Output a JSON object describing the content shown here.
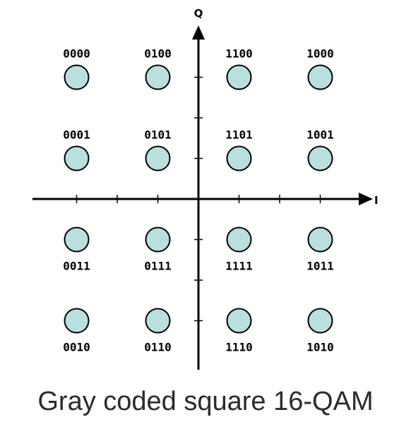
{
  "diagram": {
    "x_axis_label": "I",
    "y_axis_label": "Q",
    "caption": "Gray coded square 16-QAM",
    "point_fill": "#b9dfdf",
    "point_stroke": "#000000",
    "constellation": [
      {
        "i": -3,
        "q": 3,
        "bits": "0000"
      },
      {
        "i": -1,
        "q": 3,
        "bits": "0100"
      },
      {
        "i": 1,
        "q": 3,
        "bits": "1100"
      },
      {
        "i": 3,
        "q": 3,
        "bits": "1000"
      },
      {
        "i": -3,
        "q": 1,
        "bits": "0001"
      },
      {
        "i": -1,
        "q": 1,
        "bits": "0101"
      },
      {
        "i": 1,
        "q": 1,
        "bits": "1101"
      },
      {
        "i": 3,
        "q": 1,
        "bits": "1001"
      },
      {
        "i": -3,
        "q": -1,
        "bits": "0011"
      },
      {
        "i": -1,
        "q": -1,
        "bits": "0111"
      },
      {
        "i": 1,
        "q": -1,
        "bits": "1111"
      },
      {
        "i": 3,
        "q": -1,
        "bits": "1011"
      },
      {
        "i": -3,
        "q": -3,
        "bits": "0010"
      },
      {
        "i": -1,
        "q": -3,
        "bits": "0110"
      },
      {
        "i": 1,
        "q": -3,
        "bits": "1110"
      },
      {
        "i": 3,
        "q": -3,
        "bits": "1010"
      }
    ]
  }
}
